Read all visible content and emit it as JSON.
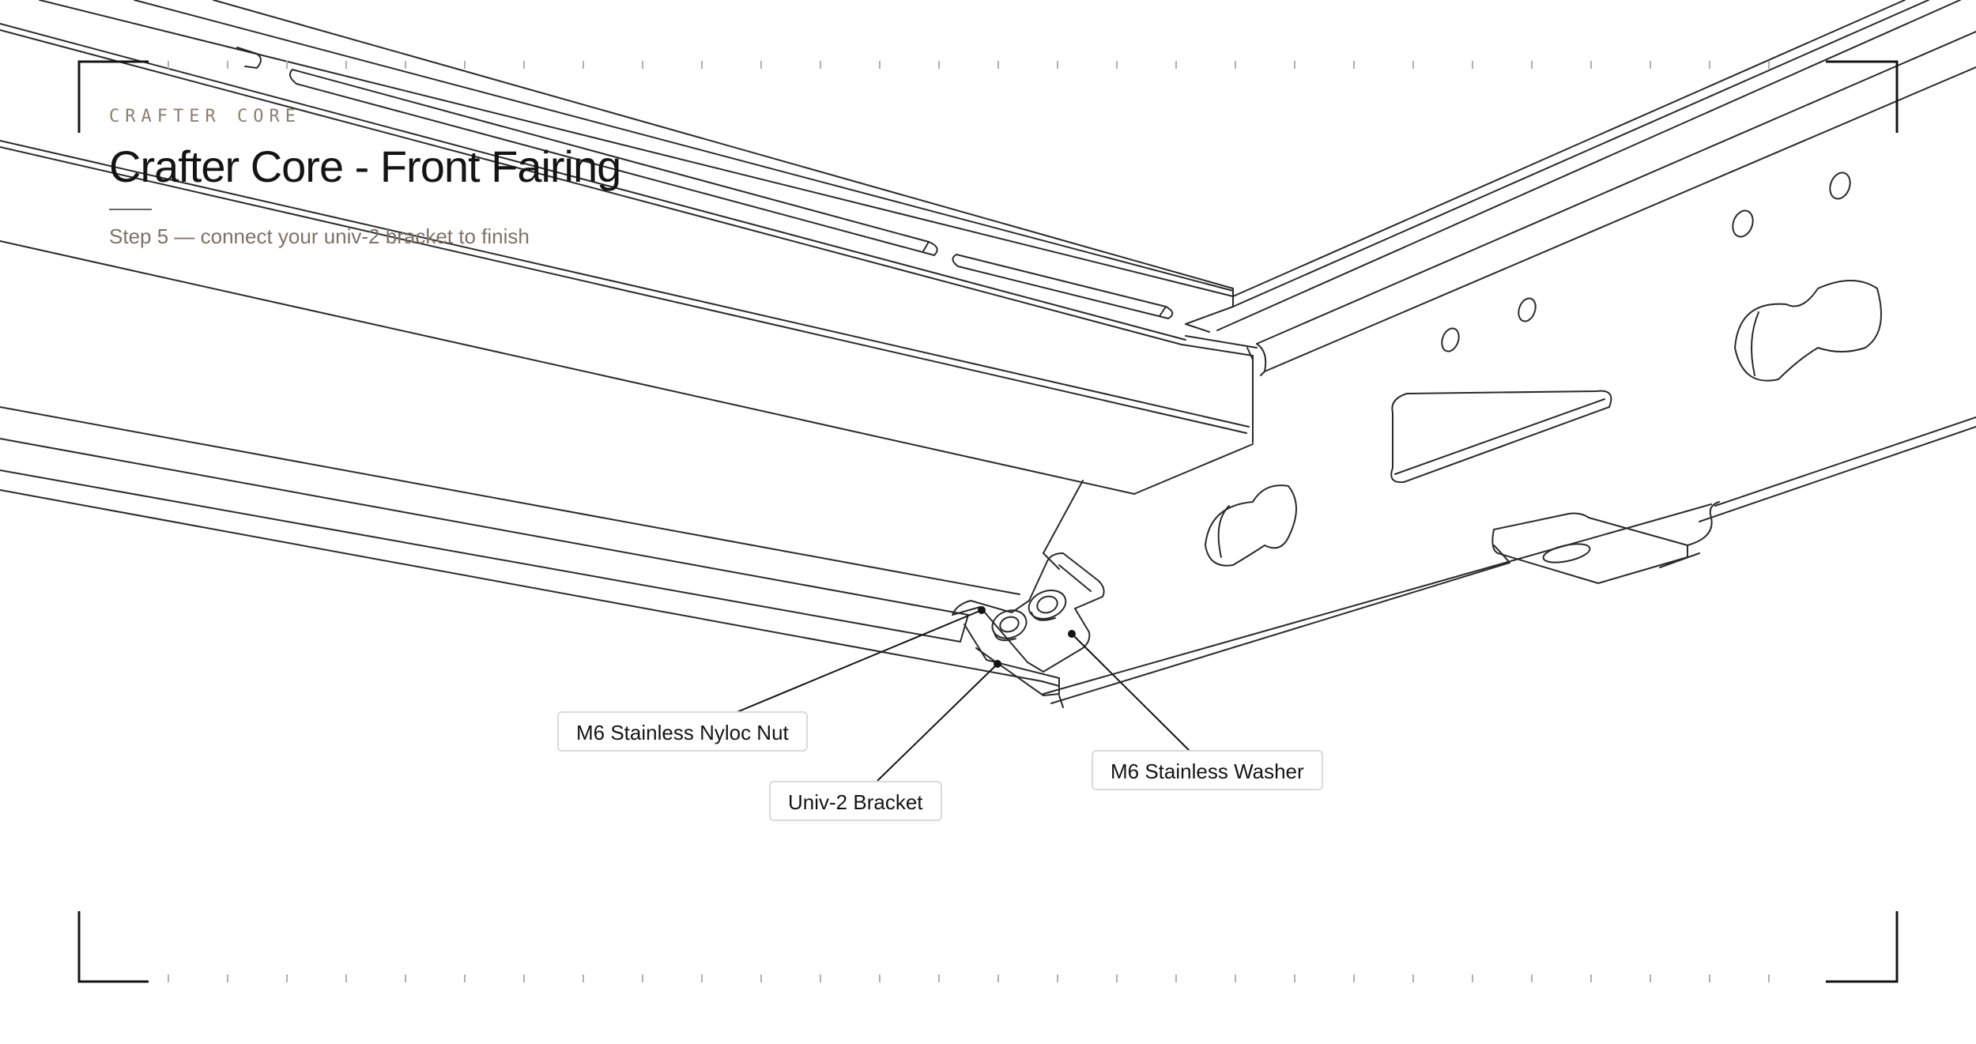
{
  "header": {
    "brand": "CRAFTER CORE",
    "title": "Crafter Core - Front Fairing",
    "subtitle": "Step 5 — connect your univ-2 bracket to finish"
  },
  "callouts": [
    {
      "label": "M6 Stainless Nyloc Nut"
    },
    {
      "label": "Univ-2 Bracket"
    },
    {
      "label": "M6 Stainless Washer"
    }
  ]
}
